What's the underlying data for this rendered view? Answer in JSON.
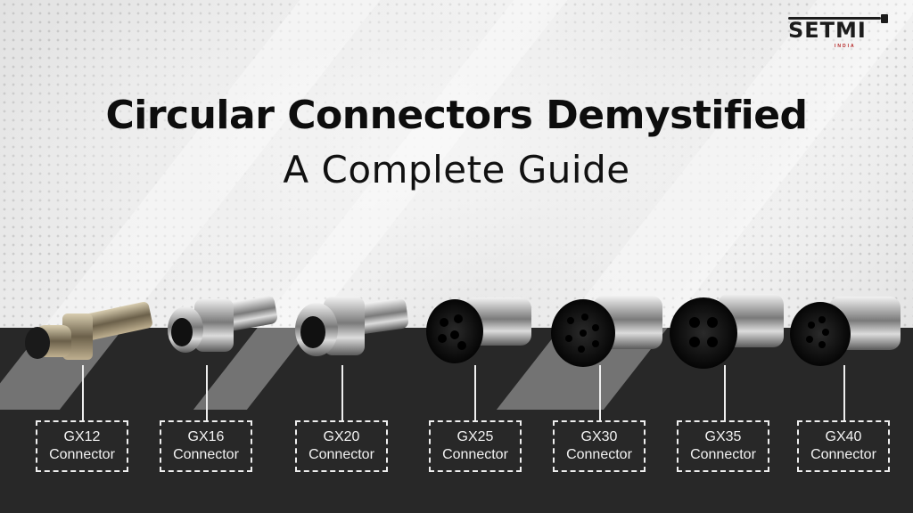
{
  "logo": {
    "text": "SETMI",
    "sub": "INDIA"
  },
  "title": {
    "headline": "Circular Connectors Demystified",
    "subheadline": "A Complete Guide"
  },
  "connectors": [
    {
      "model": "GX12",
      "suffix": "Connector"
    },
    {
      "model": "GX16",
      "suffix": "Connector"
    },
    {
      "model": "GX20",
      "suffix": "Connector"
    },
    {
      "model": "GX25",
      "suffix": "Connector"
    },
    {
      "model": "GX30",
      "suffix": "Connector"
    },
    {
      "model": "GX35",
      "suffix": "Connector"
    },
    {
      "model": "GX40",
      "suffix": "Connector"
    }
  ],
  "colors": {
    "dark_band": "#282828",
    "light_bg": "#ececec",
    "logo_accent": "#b32020"
  }
}
